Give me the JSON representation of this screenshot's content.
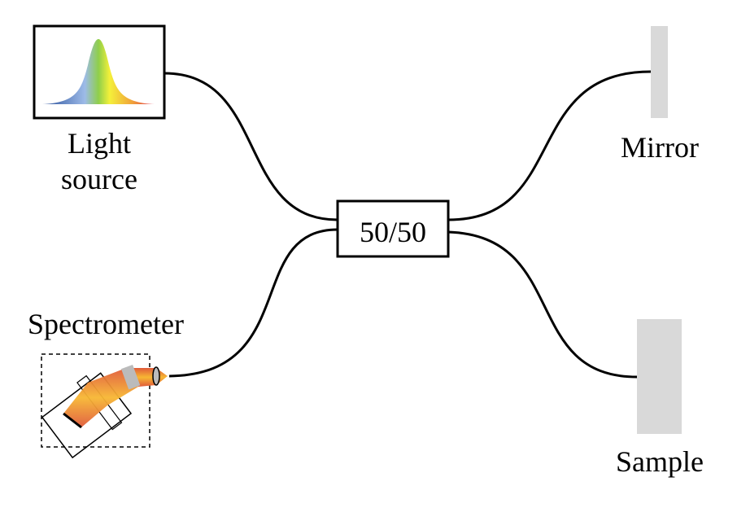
{
  "labels": {
    "light_source_line1": "Light",
    "light_source_line2": "source",
    "coupler": "50/50",
    "mirror": "Mirror",
    "sample": "Sample",
    "spectrometer": "Spectrometer"
  },
  "colors": {
    "line": "#000000",
    "mirror_fill": "#d9d9d9",
    "sample_fill": "#d9d9d9",
    "beam_outer": "#e05a3a",
    "beam_inner": "#f7b733"
  }
}
